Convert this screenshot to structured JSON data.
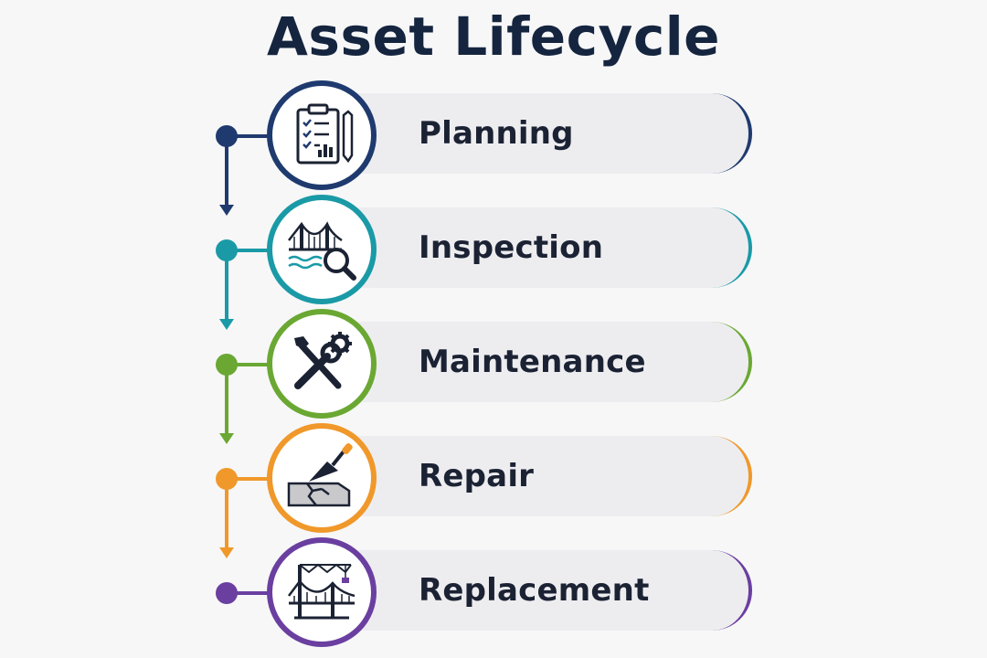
{
  "title": "Asset Lifecycle",
  "stages": [
    {
      "label": "Planning",
      "color": "#1f3a6e",
      "icon": "clipboard-chart-icon"
    },
    {
      "label": "Inspection",
      "color": "#1a9aa6",
      "icon": "bridge-magnifier-icon"
    },
    {
      "label": "Maintenance",
      "color": "#6aa833",
      "icon": "wrench-gear-icon"
    },
    {
      "label": "Repair",
      "color": "#f0982a",
      "icon": "trowel-crack-icon"
    },
    {
      "label": "Replacement",
      "color": "#6a3fa0",
      "icon": "crane-bridge-icon"
    }
  ]
}
